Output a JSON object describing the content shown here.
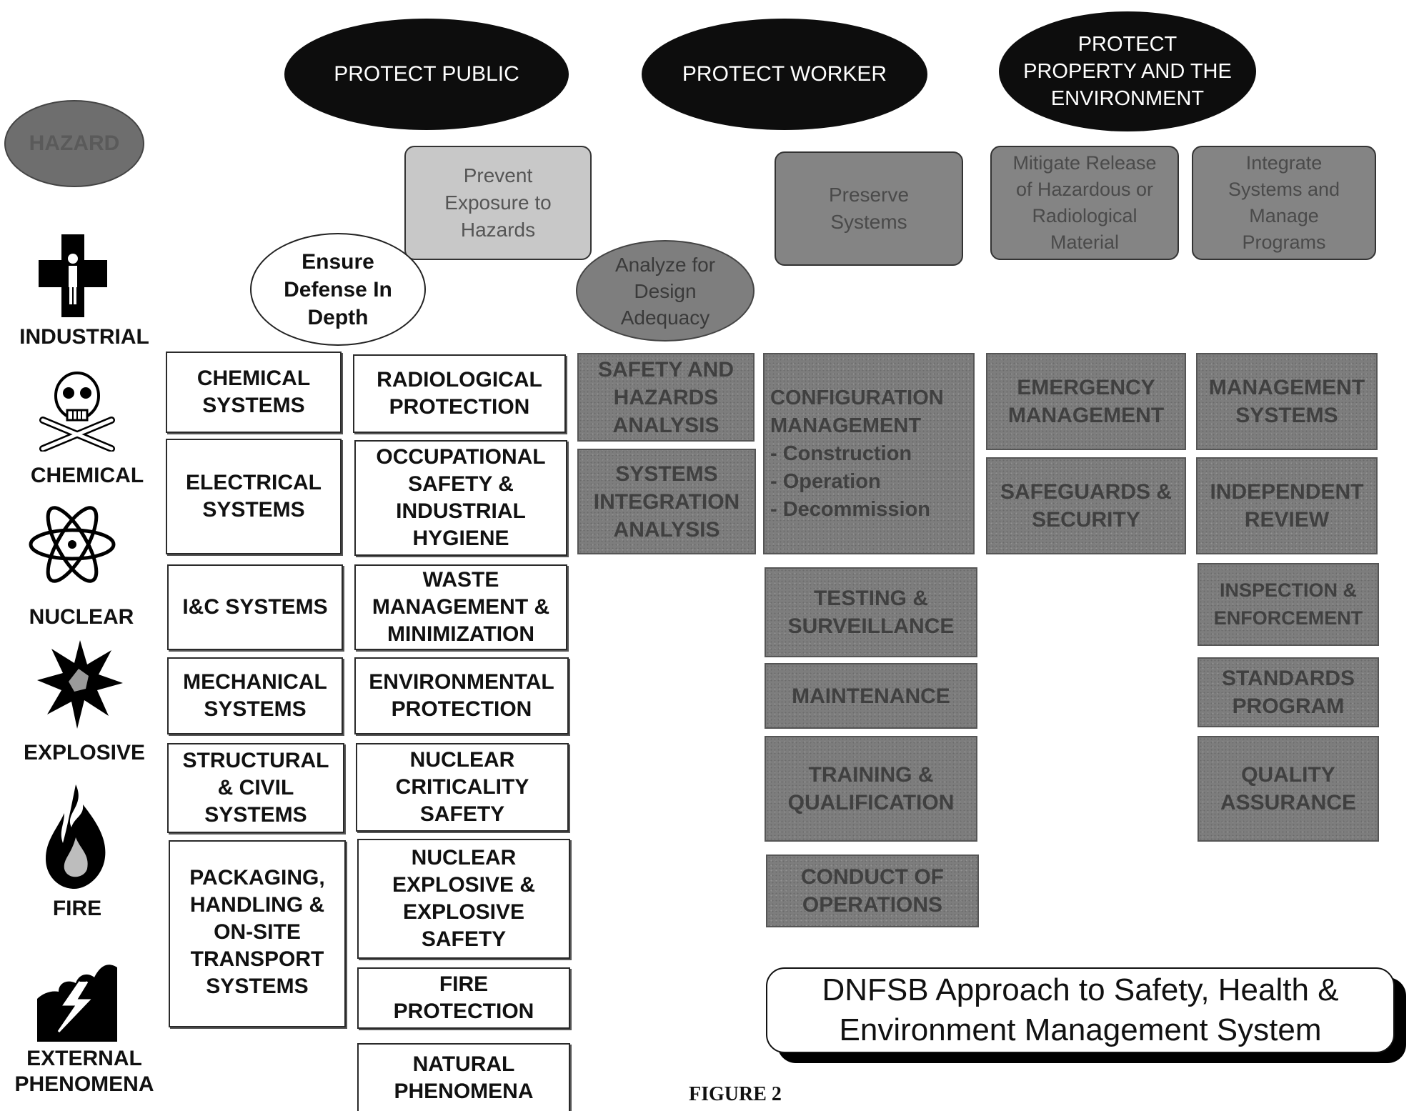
{
  "goals": {
    "public": "PROTECT PUBLIC",
    "worker": "PROTECT WORKER",
    "property": "PROTECT\nPROPERTY AND THE\nENVIRONMENT"
  },
  "hazard_oval": "HAZARD",
  "principles": {
    "prevent_exposure": "Prevent\nExposure to\nHazards",
    "defense_in_depth": "Ensure\nDefense In\nDepth",
    "design_adequacy": "Analyze for\nDesign\nAdequacy",
    "preserve_systems": "Preserve\nSystems",
    "mitigate_release": "Mitigate Release\nof Hazardous or\nRadiological\nMaterial",
    "integrate_systems": "Integrate\nSystems and\nManage\nPrograms"
  },
  "hazards": {
    "industrial": "INDUSTRIAL",
    "chemical": "CHEMICAL",
    "nuclear": "NUCLEAR",
    "explosive": "EXPLOSIVE",
    "fire": "FIRE",
    "external": "EXTERNAL\nPHENOMENA"
  },
  "systems_column": {
    "chemical": "CHEMICAL\nSYSTEMS",
    "electrical": "ELECTRICAL\nSYSTEMS",
    "ic": "I&C SYSTEMS",
    "mechanical": "MECHANICAL\nSYSTEMS",
    "structural": "STRUCTURAL\n& CIVIL\nSYSTEMS",
    "packaging": "PACKAGING,\nHANDLING &\nON-SITE\nTRANSPORT\nSYSTEMS"
  },
  "protection_column": {
    "radiological": "RADIOLOGICAL\nPROTECTION",
    "occupational": "OCCUPATIONAL\nSAFETY &\nINDUSTRIAL\nHYGIENE",
    "waste": "WASTE\nMANAGEMENT &\nMINIMIZATION",
    "environmental": "ENVIRONMENTAL\nPROTECTION",
    "criticality": "NUCLEAR\nCRITICALITY\nSAFETY",
    "explosive_safety": "NUCLEAR\nEXPLOSIVE &\nEXPLOSIVE\nSAFETY",
    "fire_protection": "FIRE\nPROTECTION",
    "natural": "NATURAL\nPHENOMENA"
  },
  "analysis_column": {
    "safety_hazards": "SAFETY AND\nHAZARDS\nANALYSIS",
    "systems_integration": "SYSTEMS\nINTEGRATION\nANALYSIS"
  },
  "worker_column": {
    "configuration": "CONFIGURATION\nMANAGEMENT\n - Construction\n - Operation\n - Decommission",
    "testing": "TESTING &\nSURVEILLANCE",
    "maintenance": "MAINTENANCE",
    "training": "TRAINING &\nQUALIFICATION",
    "conduct": "CONDUCT OF\nOPERATIONS"
  },
  "emergency_column": {
    "emergency": "EMERGENCY\nMANAGEMENT",
    "safeguards": "SAFEGUARDS &\nSECURITY"
  },
  "management_column": {
    "management": "MANAGEMENT\nSYSTEMS",
    "independent": "INDEPENDENT\nREVIEW",
    "inspection": "INSPECTION &\nENFORCEMENT",
    "standards": "STANDARDS\nPROGRAM",
    "quality": "QUALITY\nASSURANCE"
  },
  "title": "DNFSB Approach to Safety, Health &\nEnvironment Management System",
  "caption": "FIGURE 2",
  "icons": [
    "medical-cross-icon",
    "skull-crossbones-icon",
    "atom-icon",
    "explosion-icon",
    "flame-icon",
    "lightning-storm-icon"
  ]
}
